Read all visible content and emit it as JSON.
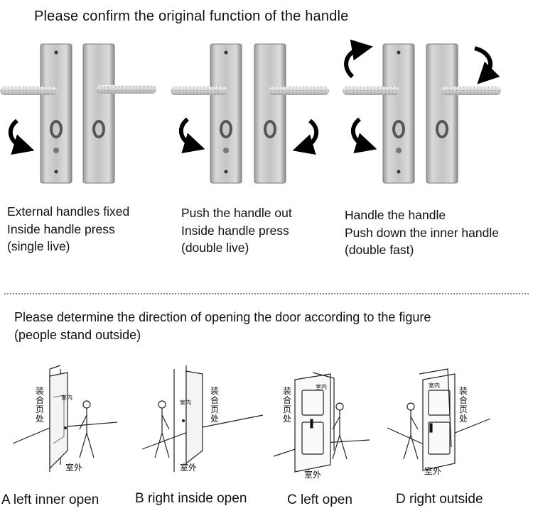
{
  "section1": {
    "title": "Please confirm the original function of the handle",
    "options": [
      {
        "line1": "External handles fixed",
        "line2": "Inside handle press",
        "line3": "(single live)"
      },
      {
        "line1": "Push the handle out",
        "line2": "Inside handle press",
        "line3": "(double live)"
      },
      {
        "line1": "Handle the handle",
        "line2": "Push down the inner handle",
        "line3": "(double fast)"
      }
    ]
  },
  "section2": {
    "title_line1": "Please determine the direction of opening the door according to the figure",
    "title_line2": "(people stand outside)",
    "doors": [
      {
        "label": "A left inner open",
        "wall_text": "装合页处",
        "inside_text": "室内",
        "outside_text": "室外"
      },
      {
        "label": "B right inside open",
        "wall_text": "装合页处",
        "inside_text": "室内",
        "outside_text": "室外"
      },
      {
        "label": "C left open",
        "wall_text": "装合页处",
        "inside_text": "室内",
        "outside_text": "室外"
      },
      {
        "label": "D right outside",
        "wall_text": "装合页处",
        "inside_text": "室内",
        "outside_text": "室外"
      }
    ]
  },
  "colors": {
    "plate": "#c9c9c9",
    "plate_dark": "#8e8e8e",
    "grip": "#e4e4e4",
    "arrow": "#000000"
  }
}
